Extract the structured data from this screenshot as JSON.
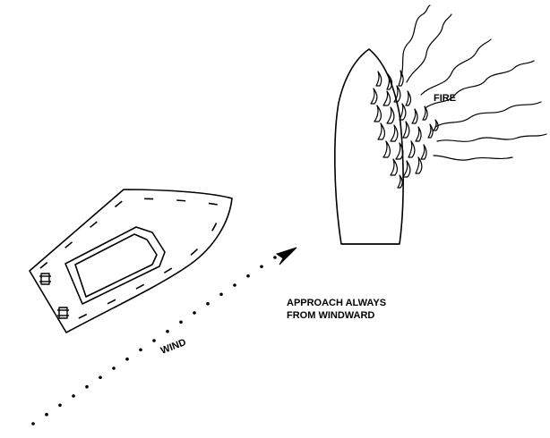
{
  "labels": {
    "fire": "FIRE",
    "approach_line1": "APPROACH ALWAYS",
    "approach_line2": "FROM WINDWARD",
    "wind": "WIND"
  },
  "colors": {
    "ink": "#000000",
    "background": "#ffffff"
  }
}
